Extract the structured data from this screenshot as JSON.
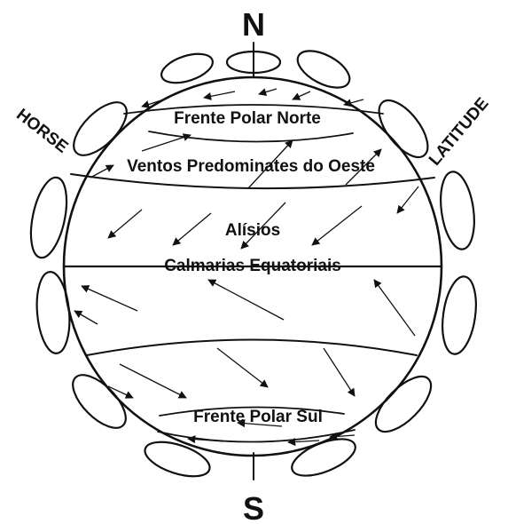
{
  "poles": {
    "north": "N",
    "south": "S"
  },
  "side_labels": {
    "left": "HORSE",
    "right": "LATITUDE"
  },
  "zones": {
    "north_polar_front": "Frente Polar Norte",
    "westerlies": "Ventos Predominates do Oeste",
    "trade_winds": "Alísios",
    "equatorial_calms": "Calmarias Equatoriais",
    "south_polar_front": "Frente Polar Sul"
  }
}
